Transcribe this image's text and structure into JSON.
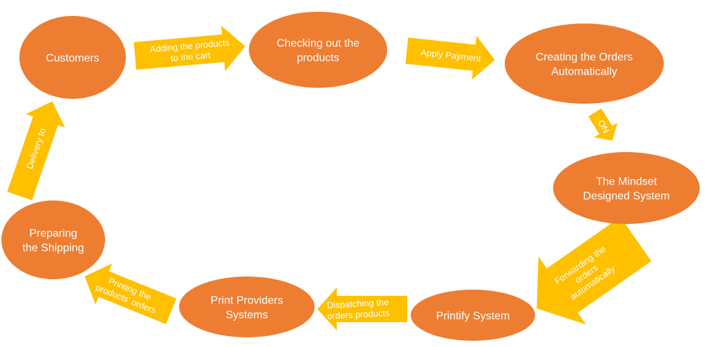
{
  "colors": {
    "node": "#ED7D31",
    "arrow": "#FFC000",
    "text": "#FFFFFF"
  },
  "nodes": [
    {
      "id": "customers",
      "lines": [
        "Customers"
      ]
    },
    {
      "id": "checkout",
      "lines": [
        "Checking out the",
        "products"
      ]
    },
    {
      "id": "creating",
      "lines": [
        "Creating the Orders",
        "Automatically"
      ]
    },
    {
      "id": "mindset",
      "lines": [
        "The Mindset",
        "Designed System"
      ]
    },
    {
      "id": "printify",
      "lines": [
        "Printify System"
      ]
    },
    {
      "id": "providers",
      "lines": [
        "Print Providers",
        "Systems"
      ]
    },
    {
      "id": "shipping",
      "lines": [
        "Preparing",
        "the Shipping"
      ]
    }
  ],
  "arrows": [
    {
      "from": "customers",
      "to": "checkout",
      "lines": [
        "Adding the products",
        "to the cart"
      ]
    },
    {
      "from": "checkout",
      "to": "creating",
      "lines": [
        "Apply Payment"
      ]
    },
    {
      "from": "creating",
      "to": "mindset",
      "lines": [
        "ON"
      ]
    },
    {
      "from": "mindset",
      "to": "printify",
      "lines": [
        "Forwarding the",
        "orders",
        "automatically"
      ]
    },
    {
      "from": "printify",
      "to": "providers",
      "lines": [
        "Dispatching the",
        "orders products"
      ]
    },
    {
      "from": "providers",
      "to": "shipping",
      "lines": [
        "Printing the",
        "products' orders"
      ]
    },
    {
      "from": "shipping",
      "to": "customers",
      "lines": [
        "Delivery to"
      ]
    }
  ]
}
